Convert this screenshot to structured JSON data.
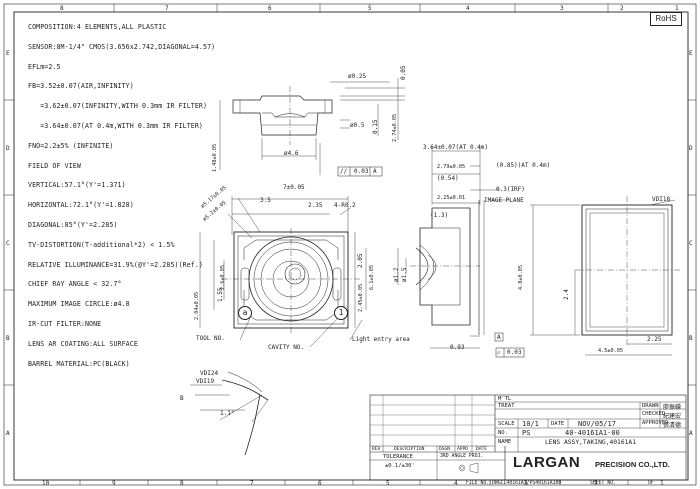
{
  "notes": [
    "COMPOSITION:4 ELEMENTS,ALL PLASTIC",
    "SENSOR:8M-1/4\" CMOS(3.656x2.742,DIAGONAL=4.57)",
    "EFLm=2.5",
    "FB=3.52±0.07(AIR,INFINITY)",
    "   =3.62±0.07(INFINITY,WITH 0.3mm IR FILTER)",
    "   =3.64±0.07(AT 0.4m,WITH 0.3mm IR FILTER)",
    "FNO=2.2±5% (INFINITE)",
    "FIELD OF VIEW",
    "VERTICAL:57.1°(Y'=1.371)",
    "HORIZONTAL:72.1°(Y'=1.828)",
    "DIAGONAL:85°(Y'=2.285)",
    "TV-DISTORTION(T-additional*2) < 1.5%",
    "RELATIVE ILLUMINANCE=31.9%(@Y'=2.285)(Ref.)",
    "CHIEF RAY ANGLE < 32.7°",
    "MAXIMUM IMAGE CIRCLE:ø4.8",
    "IR-CUT FILTER:NONE",
    "LENS AR COATING:ALL SURFACE",
    "BARREL MATERIAL:PC(BLACK)"
  ],
  "rohs": "RoHS",
  "border": {
    "top_numbers": [
      "8",
      "7",
      "6",
      "5",
      "4",
      "3",
      "2",
      "1"
    ],
    "bottom_numbers": [
      "10",
      "9",
      "8",
      "7",
      "6",
      "5",
      "4",
      "3",
      "2",
      "1"
    ],
    "left_letters": [
      "E",
      "D",
      "C",
      "B",
      "A"
    ],
    "right_letters": [
      "E",
      "D",
      "C",
      "B",
      "A"
    ]
  },
  "dims": {
    "d025": "ø0.25",
    "d005": "0.05",
    "d05": "ø0.5",
    "d015": "0.15",
    "d274": "2.74±0.05",
    "d46": "ø4.6",
    "d14": "1.48±0.05",
    "d364": "3.64±0.07(AT 0.4m)",
    "flat": "0.03",
    "flat_ref": "A",
    "d279": "2.79±0.05",
    "d054": "(0.54)",
    "d085": "(0.85)(AT 0.4m)",
    "d03irf": "0.3(IRF)",
    "d225a": "2.25±0.01",
    "d13": "(1.3)",
    "image_plane": "IMAGE PLANE",
    "d7": "7±0.05",
    "d35": "3.5",
    "d235": "2.35",
    "r02": "4-R0.2",
    "d517": "ø5.17±0.05",
    "d52": "ø5.2±0.05",
    "d26": "2.6±0.05",
    "d155": "1.55",
    "d205": "2.05",
    "d61": "6.1±0.05",
    "d245": "2.45±0.05",
    "d404": "2.04±0.05",
    "d12": "ø1.2",
    "d15": "ø1.5",
    "d093": "0.93",
    "d003b": "0.03",
    "vdi18": "VDI18",
    "d48": "4.8±0.05",
    "d24": "2.4",
    "d225b": "2.25",
    "d45": "4.5±0.05",
    "tool_no": "TOOL NO.",
    "cavity_no": "CAVITY NO.",
    "light_entry": "Light entry area",
    "tool_mark": "a",
    "cavity_mark": "1",
    "vdi24": "VDI24",
    "vdi19": "VDI19",
    "deg": "1.1°",
    "b_label": "B"
  },
  "title_block": {
    "mtl": "M'TL",
    "treat": "TREAT",
    "scale_label": "SCALE",
    "scale": "10/1",
    "date_label": "DATE",
    "date": "NOV/05/17",
    "no_label": "NO.",
    "no": "PS",
    "dwg_no": "40-40161A1-00",
    "name_label": "NAME",
    "name": "LENS ASSY,TAKING,40161A1",
    "drawn": "DRAWN",
    "checked": "CHECKED",
    "approved": "APPROVED",
    "sig1": "廖振嶸",
    "sig2": "紀建宏",
    "sig3": "張清德",
    "rev": "REV",
    "description": "DESCRIPTION",
    "dsgn": "DSGN",
    "appd": "APPD",
    "rev_date": "DATE",
    "tolerance": "TOLERANCE",
    "tol_val": "±0.1/±30'",
    "angle_proj": "3RD ANGLE PROJ.",
    "logo": "LARGAN",
    "company": "PRECISION CO.,LTD.",
    "file_no": "FILE NO.:DWGCL40161A1/PS40161A100",
    "sheet_no": "SHEET NO.",
    "sheet_val": "OF"
  }
}
